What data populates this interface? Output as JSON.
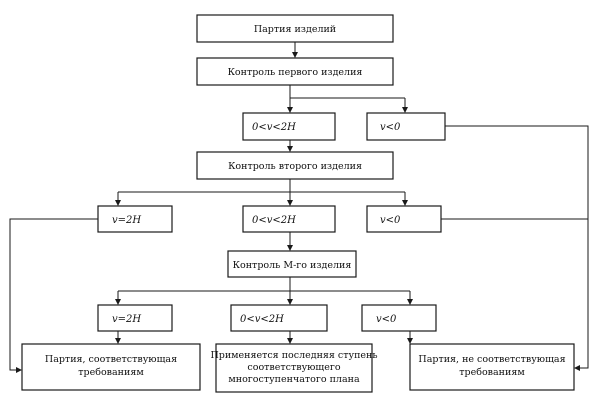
{
  "nodes": {
    "batch": "Партия изделий",
    "check1": "Контроль первого изделия",
    "c1_mid": "0<v<2H",
    "c1_neg": "v<0",
    "check2": "Контроль второго изделия",
    "c2_eq": "v=2H",
    "c2_mid": "0<v<2H",
    "c2_neg": "v<0",
    "checkM": "Контроль М-го изделия",
    "cM_eq": "v=2H",
    "cM_mid": "0<v<2H",
    "cM_neg": "v<0",
    "accept": [
      "Партия, соответствующая",
      "требованиям"
    ],
    "last_stage": [
      "Применяется последняя ступень",
      "соответствующего",
      "многоступенчатого плана"
    ],
    "reject": [
      "Партия, не соответствующая",
      "требованиям"
    ]
  }
}
